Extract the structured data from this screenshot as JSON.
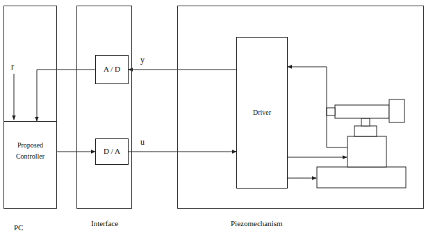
{
  "diagram": {
    "nodes": [
      {
        "text": [
          "PC"
        ]
      },
      {
        "text": [
          "Proposed Controller"
        ],
        "in": 0
      },
      {
        "text": [
          "Interface"
        ]
      },
      {
        "text": [
          "A / D"
        ],
        "in": 2
      },
      {
        "text": [
          "D / A"
        ],
        "in": 2
      },
      {
        "text": [
          "Piezomechanism"
        ]
      },
      {
        "text": [
          "Driver"
        ],
        "in": 5
      }
    ],
    "edges": [
      {
        "from": 6,
        "to": 3,
        "arrow": "to",
        "label": "y"
      },
      {
        "from": 3,
        "to": 1,
        "arrow": "to"
      },
      {
        "from": 1,
        "to": 4,
        "arrow": "to"
      },
      {
        "from": 4,
        "to": 6,
        "arrow": "to",
        "label": "u"
      }
    ],
    "labels": [
      "r"
    ]
  }
}
